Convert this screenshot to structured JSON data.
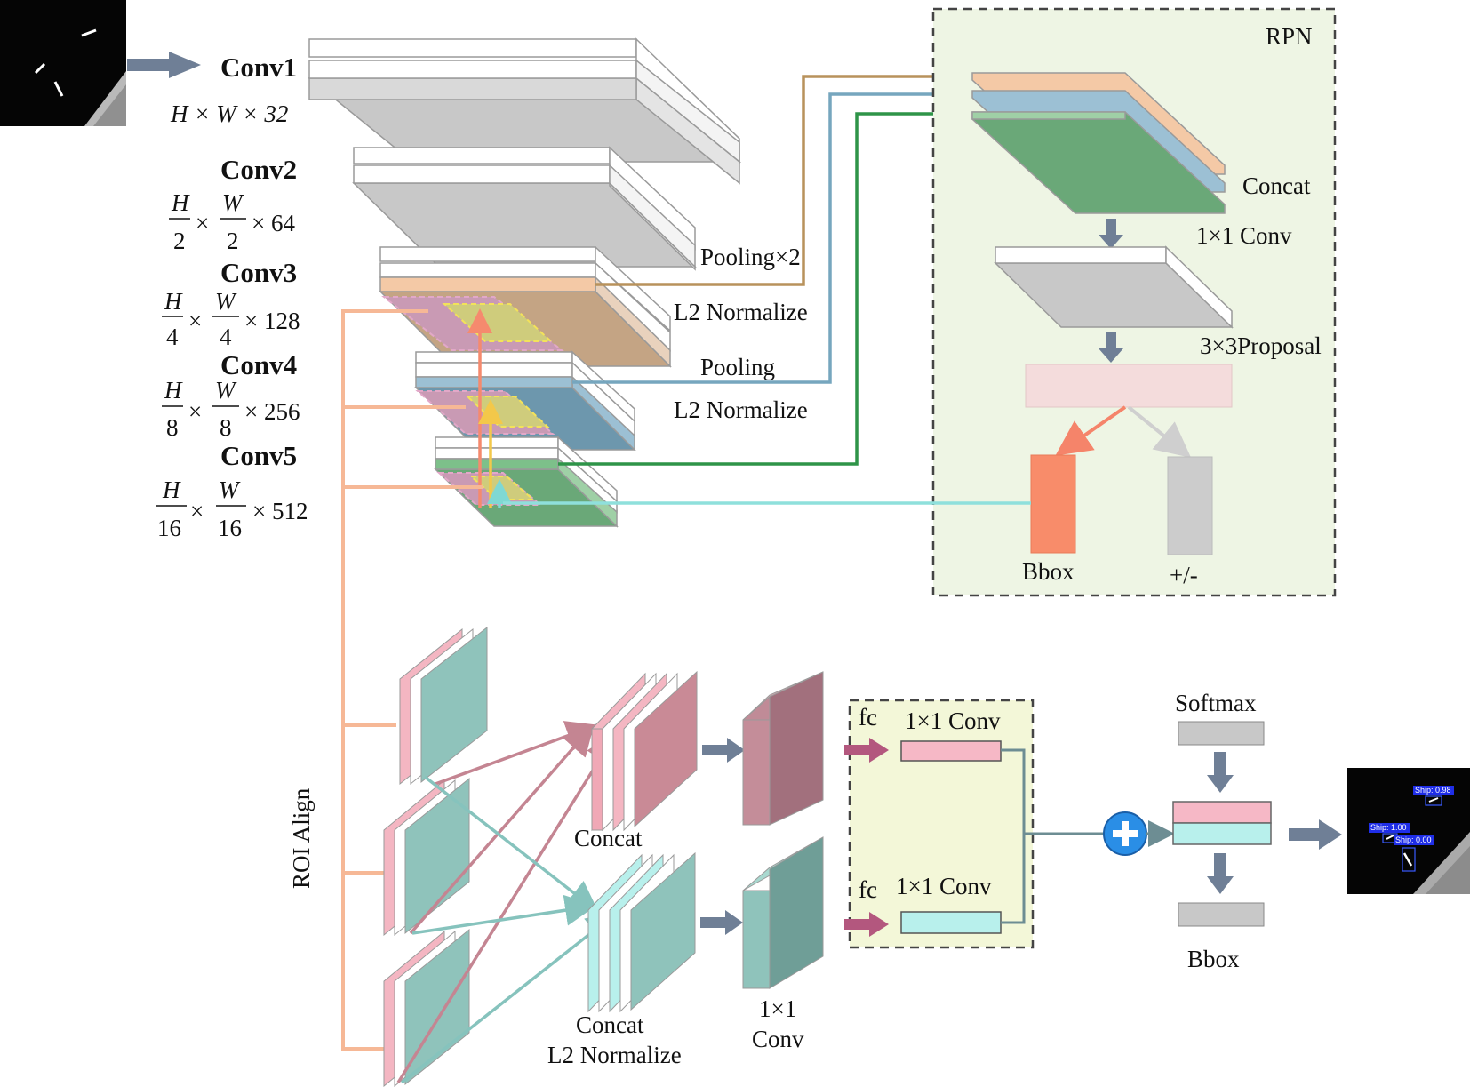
{
  "backbone": {
    "conv1": {
      "name": "Conv1",
      "dims": "H × W × 32"
    },
    "conv2": {
      "name": "Conv2",
      "num_h": "H",
      "den_h": "2",
      "num_w": "W",
      "den_w": "2",
      "channels": "× 64"
    },
    "conv3": {
      "name": "Conv3",
      "num_h": "H",
      "den_h": "4",
      "num_w": "W",
      "den_w": "4",
      "channels": "× 128"
    },
    "conv4": {
      "name": "Conv4",
      "num_h": "H",
      "den_h": "8",
      "num_w": "W",
      "den_w": "8",
      "channels": "× 256"
    },
    "conv5": {
      "name": "Conv5",
      "num_h": "H",
      "den_h": "16",
      "num_w": "W",
      "den_w": "16",
      "channels": "× 512"
    },
    "times": "×"
  },
  "ops": {
    "pooling_x2": "Pooling×2",
    "l2_normalize_1": "L2 Normalize",
    "pooling": "Pooling",
    "l2_normalize_2": "L2 Normalize"
  },
  "rpn": {
    "title": "RPN",
    "concat": "Concat",
    "conv_1x1": "1×1 Conv",
    "proposal": "3×3Proposal",
    "bbox": "Bbox",
    "cls": "+/-"
  },
  "head": {
    "roi_align": "ROI Align",
    "concat_top": "Concat",
    "concat_bottom": "Concat",
    "l2_normalize": "L2 Normalize",
    "conv_1x1_line1": "1×1",
    "conv_1x1_line2": "Conv",
    "fc_top": "fc",
    "fc_bottom": "fc",
    "fc_conv_top": "1×1 Conv",
    "fc_conv_bottom": "1×1 Conv",
    "softmax": "Softmax",
    "bbox": "Bbox"
  },
  "output_image": {
    "labels": [
      "Ship: 0.98",
      "Ship: 1.00",
      "Ship: 0.00"
    ]
  },
  "colors": {
    "gray_layer": "#c8c8c8",
    "peach": "#f4c9a6",
    "tan": "#c4a484",
    "blue": "#9cc0d4",
    "steel": "#6d97ad",
    "green": "#6aa878",
    "green_dark": "#3e8a4e",
    "orange_line": "#f6b896",
    "brown_arrow": "#b8925c",
    "blue_arrow": "#76a6be",
    "green_arrow": "#2e9448",
    "cyan_line": "#8fe0dc",
    "pink": "#f4b6c2",
    "teal": "#8fc3bb",
    "mauve": "#c98a96",
    "rpn_bg": "#eef5e4",
    "fc_bg": "#f3f7d8",
    "bbox_orange": "#f88c6a",
    "cls_gray": "#cccccc",
    "plus_blue": "#2a8ee6",
    "arrow_gray": "#6f7f96"
  }
}
